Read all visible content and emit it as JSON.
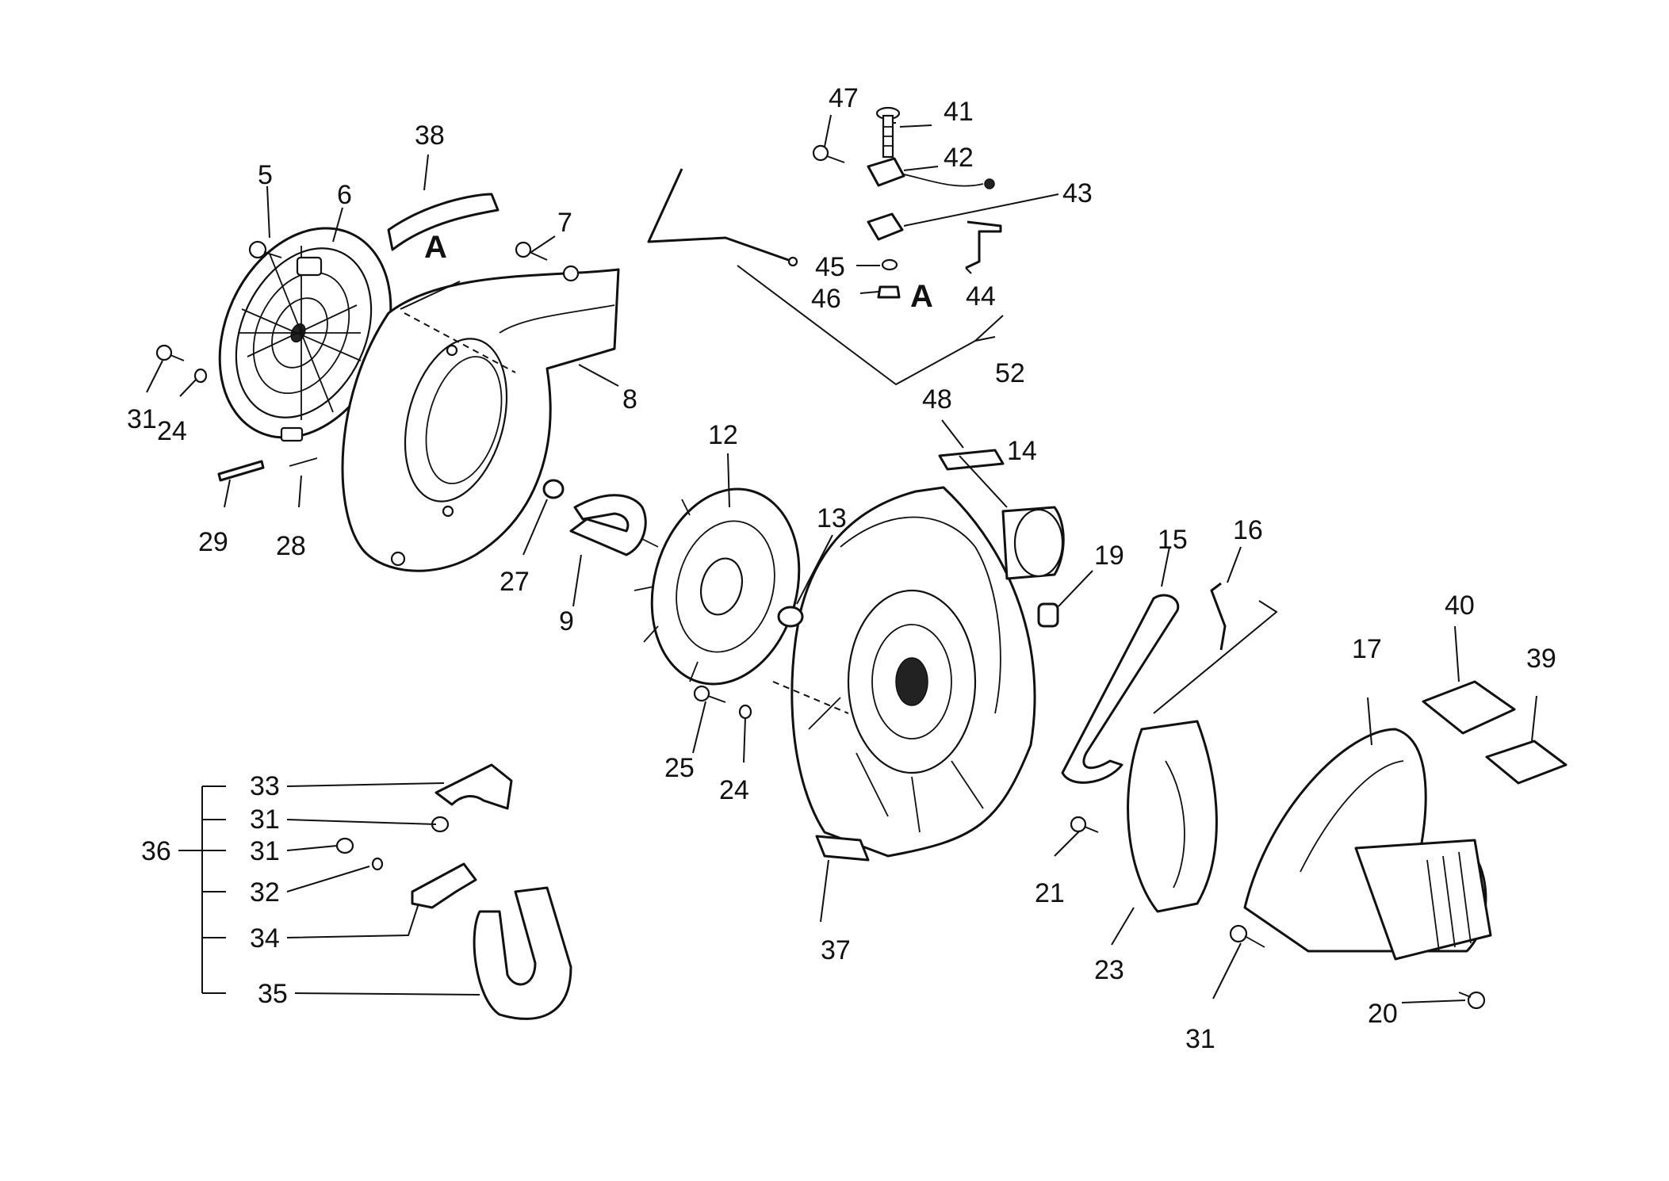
{
  "labels": {
    "p5": "5",
    "p6": "6",
    "p7": "7",
    "p8": "8",
    "p9": "9",
    "p12": "12",
    "p13": "13",
    "p14": "14",
    "p15": "15",
    "p16": "16",
    "p17": "17",
    "p19": "19",
    "p20": "20",
    "p21": "21",
    "p23": "23",
    "p24a": "24",
    "p24b": "24",
    "p25": "25",
    "p27": "27",
    "p28": "28",
    "p29": "29",
    "p31a": "31",
    "p31b": "31",
    "p31c": "31",
    "p31d": "31",
    "p32": "32",
    "p33": "33",
    "p34": "34",
    "p35": "35",
    "p36": "36",
    "p37": "37",
    "p38": "38",
    "p39": "39",
    "p40": "40",
    "p41": "41",
    "p42": "42",
    "p43": "43",
    "p44": "44",
    "p45": "45",
    "p46": "46",
    "p47": "47",
    "p48": "48",
    "p52": "52",
    "refA1": "A",
    "refA2": "A"
  },
  "colors": {
    "line": "#111111",
    "background": "#ffffff"
  }
}
